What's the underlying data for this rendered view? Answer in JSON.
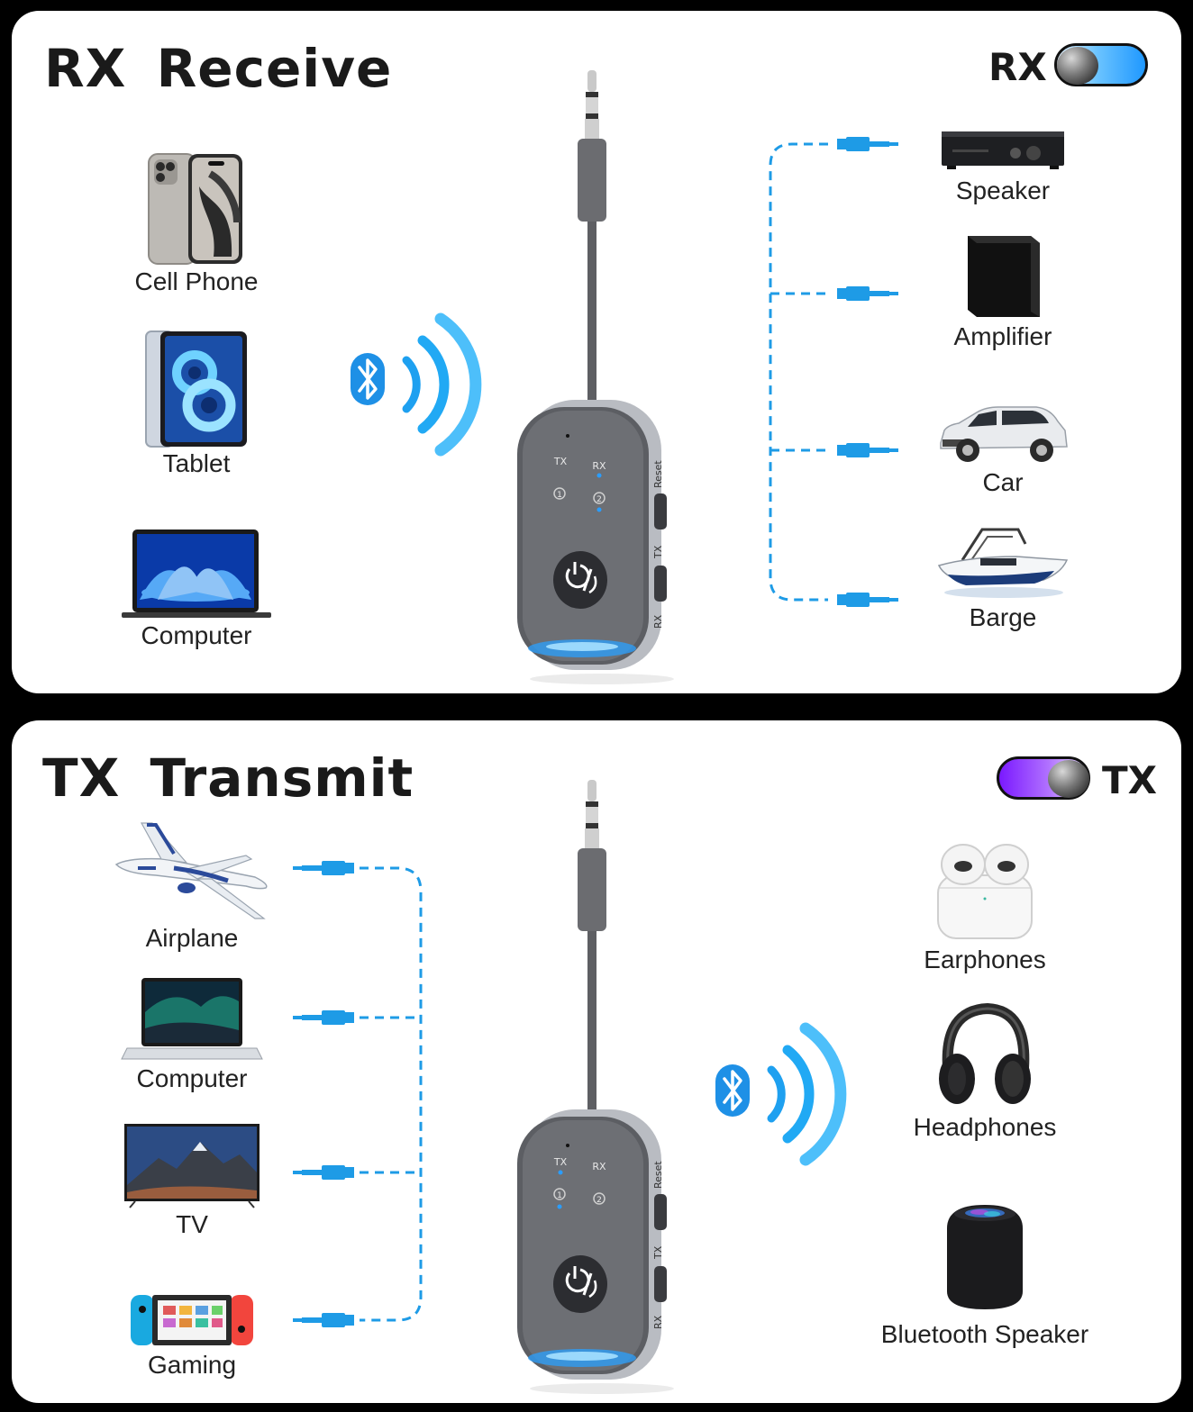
{
  "rx_panel": {
    "title_code": "RX",
    "title_word": "Receive",
    "toggle_label": "RX",
    "toggle_color": "#2aa6ff",
    "sources": [
      {
        "label": "Cell Phone",
        "icon": "cell-phone-icon"
      },
      {
        "label": "Tablet",
        "icon": "tablet-icon"
      },
      {
        "label": "Computer",
        "icon": "laptop-icon"
      }
    ],
    "outputs": [
      {
        "label": "Speaker",
        "icon": "speaker-receiver-icon"
      },
      {
        "label": "Amplifier",
        "icon": "amplifier-icon"
      },
      {
        "label": "Car",
        "icon": "car-icon"
      },
      {
        "label": "Barge",
        "icon": "boat-icon"
      }
    ]
  },
  "tx_panel": {
    "title_code": "TX",
    "title_word": "Transmit",
    "toggle_label": "TX",
    "toggle_color": "#8a2cff",
    "sources": [
      {
        "label": "Airplane",
        "icon": "airplane-icon"
      },
      {
        "label": "Computer",
        "icon": "laptop-icon"
      },
      {
        "label": "TV",
        "icon": "tv-icon"
      },
      {
        "label": "Gaming",
        "icon": "game-console-icon"
      }
    ],
    "outputs": [
      {
        "label": "Earphones",
        "icon": "earphones-icon"
      },
      {
        "label": "Headphones",
        "icon": "headphones-icon"
      },
      {
        "label": "Bluetooth Speaker",
        "icon": "smart-speaker-icon"
      }
    ]
  },
  "device": {
    "led_tx": "TX",
    "led_rx": "RX",
    "led_1": "1",
    "led_2": "2",
    "side_reset": "Reset",
    "side_tx": "TX",
    "side_rx": "RX",
    "accent": "#1e90ff"
  },
  "colors": {
    "cable_line": "#1e9be6",
    "bluetooth_blue": "#1e90e6"
  }
}
